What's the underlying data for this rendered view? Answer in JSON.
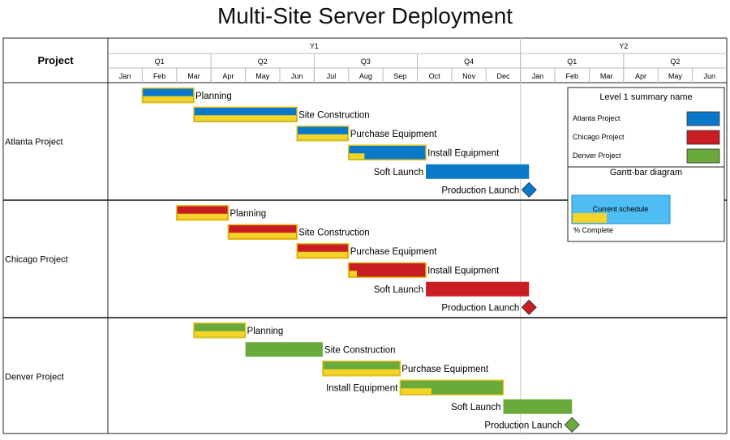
{
  "chart_data": {
    "type": "gantt",
    "title": "Multi-Site Server Deployment",
    "row_header": "Project",
    "timeline": {
      "years": [
        {
          "label": "Y1",
          "months": 12
        },
        {
          "label": "Y2",
          "months": 6
        }
      ],
      "quarters": [
        {
          "label": "Q1",
          "months": 3
        },
        {
          "label": "Q2",
          "months": 3
        },
        {
          "label": "Q3",
          "months": 3
        },
        {
          "label": "Q4",
          "months": 3
        },
        {
          "label": "Q1",
          "months": 3
        },
        {
          "label": "Q2",
          "months": 3
        }
      ],
      "months": [
        "Jan",
        "Feb",
        "Mar",
        "Apr",
        "May",
        "Jun",
        "Jul",
        "Aug",
        "Sep",
        "Oct",
        "Nov",
        "Dec",
        "Jan",
        "Feb",
        "Mar",
        "Apr",
        "May",
        "Jun"
      ]
    },
    "groups": [
      {
        "name": "Atlanta Project",
        "color": "#0a78c8",
        "tasks": [
          {
            "name": "Planning",
            "start": 1.0,
            "end": 2.5,
            "complete": 1.0,
            "label_side": "right"
          },
          {
            "name": "Site Construction",
            "start": 2.5,
            "end": 5.5,
            "complete": 1.0,
            "label_side": "right"
          },
          {
            "name": "Purchase Equipment",
            "start": 5.5,
            "end": 7.0,
            "complete": 1.0,
            "label_side": "right"
          },
          {
            "name": "Install Equipment",
            "start": 7.0,
            "end": 9.25,
            "complete": 0.2,
            "label_side": "right"
          },
          {
            "name": "Soft Launch",
            "start": 9.25,
            "end": 12.25,
            "complete": 0,
            "label_side": "left"
          }
        ],
        "milestone": {
          "name": "Production Launch",
          "at": 12.25
        }
      },
      {
        "name": "Chicago Project",
        "color": "#c81e22",
        "tasks": [
          {
            "name": "Planning",
            "start": 2.0,
            "end": 3.5,
            "complete": 1.0,
            "label_side": "right"
          },
          {
            "name": "Site Construction",
            "start": 3.5,
            "end": 5.5,
            "complete": 1.0,
            "label_side": "right"
          },
          {
            "name": "Purchase Equipment",
            "start": 5.5,
            "end": 7.0,
            "complete": 1.0,
            "label_side": "right"
          },
          {
            "name": "Install Equipment",
            "start": 7.0,
            "end": 9.25,
            "complete": 0.1,
            "label_side": "right"
          },
          {
            "name": "Soft Launch",
            "start": 9.25,
            "end": 12.25,
            "complete": 0,
            "label_side": "left"
          }
        ],
        "milestone": {
          "name": "Production Launch",
          "at": 12.25
        }
      },
      {
        "name": "Denver Project",
        "color": "#6aaa3c",
        "tasks": [
          {
            "name": "Planning",
            "start": 2.5,
            "end": 4.0,
            "complete": 1.0,
            "label_side": "right"
          },
          {
            "name": "Site Construction",
            "start": 4.0,
            "end": 6.25,
            "complete": 0,
            "label_side": "right"
          },
          {
            "name": "Purchase Equipment",
            "start": 6.25,
            "end": 8.5,
            "complete": 1.0,
            "label_side": "right"
          },
          {
            "name": "Install Equipment",
            "start": 8.5,
            "end": 11.5,
            "complete": 0.3,
            "label_side": "left"
          },
          {
            "name": "Soft Launch",
            "start": 11.5,
            "end": 13.5,
            "complete": 0,
            "label_side": "left"
          }
        ],
        "milestone": {
          "name": "Production Launch",
          "at": 13.5
        }
      }
    ],
    "legend": {
      "summary_title": "Level 1 summary name",
      "items": [
        {
          "name": "Atlanta Project",
          "color": "#0a78c8"
        },
        {
          "name": "Chicago Project",
          "color": "#c81e22"
        },
        {
          "name": "Denver Project",
          "color": "#6aaa3c"
        }
      ],
      "diagram_title": "Gantt-bar diagram",
      "sample_label": "Current schedule",
      "sample_color": "#4dbdf3",
      "complete_label": "% Complete",
      "complete_color": "#f5d327"
    }
  }
}
